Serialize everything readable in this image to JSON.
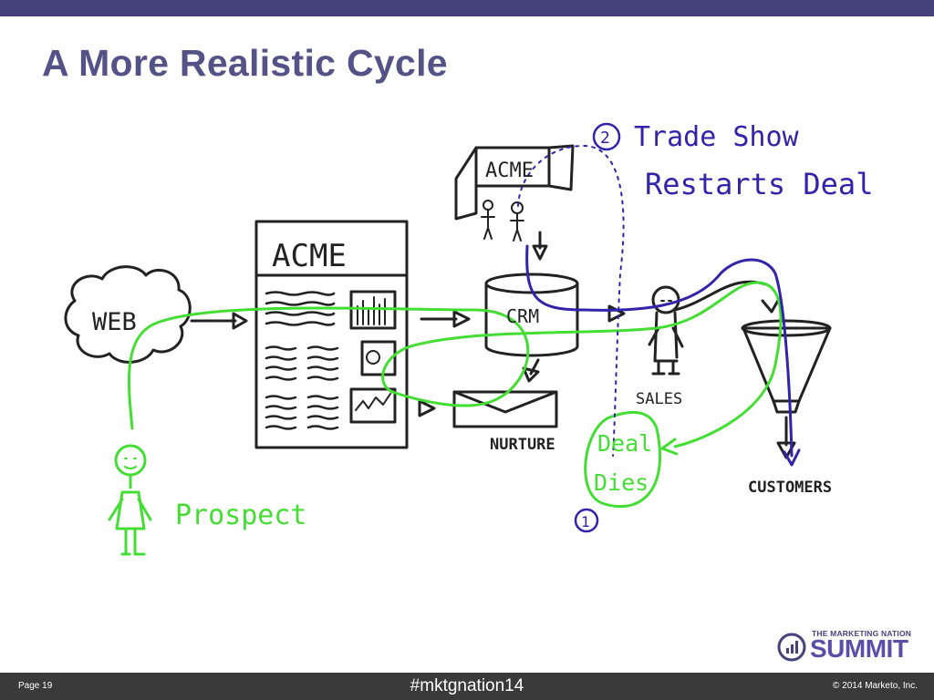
{
  "slide": {
    "title": "A More Realistic Cycle"
  },
  "diagram": {
    "web": "WEB",
    "acme_site": "ACME",
    "acme_booth": "ACME",
    "crm": "CRM",
    "nurture": "NURTURE",
    "sales": "SALES",
    "customers": "CUSTOMERS",
    "prospect": "Prospect",
    "deal_dies_line1": "Deal",
    "deal_dies_line2": "Dies",
    "marker_1": "1",
    "marker_2": "2",
    "trade_show_line1": "Trade Show",
    "trade_show_line2": "Restarts Deal",
    "colors": {
      "ink": "#222222",
      "prospect_path": "#44dd33",
      "restart_path": "#3322aa"
    }
  },
  "branding": {
    "logo_top": "THE MARKETING NATION",
    "logo_main": "SUMMIT"
  },
  "footer": {
    "page": "Page 19",
    "hashtag": "#mktgnation14",
    "copyright": "© 2014 Marketo, Inc."
  }
}
